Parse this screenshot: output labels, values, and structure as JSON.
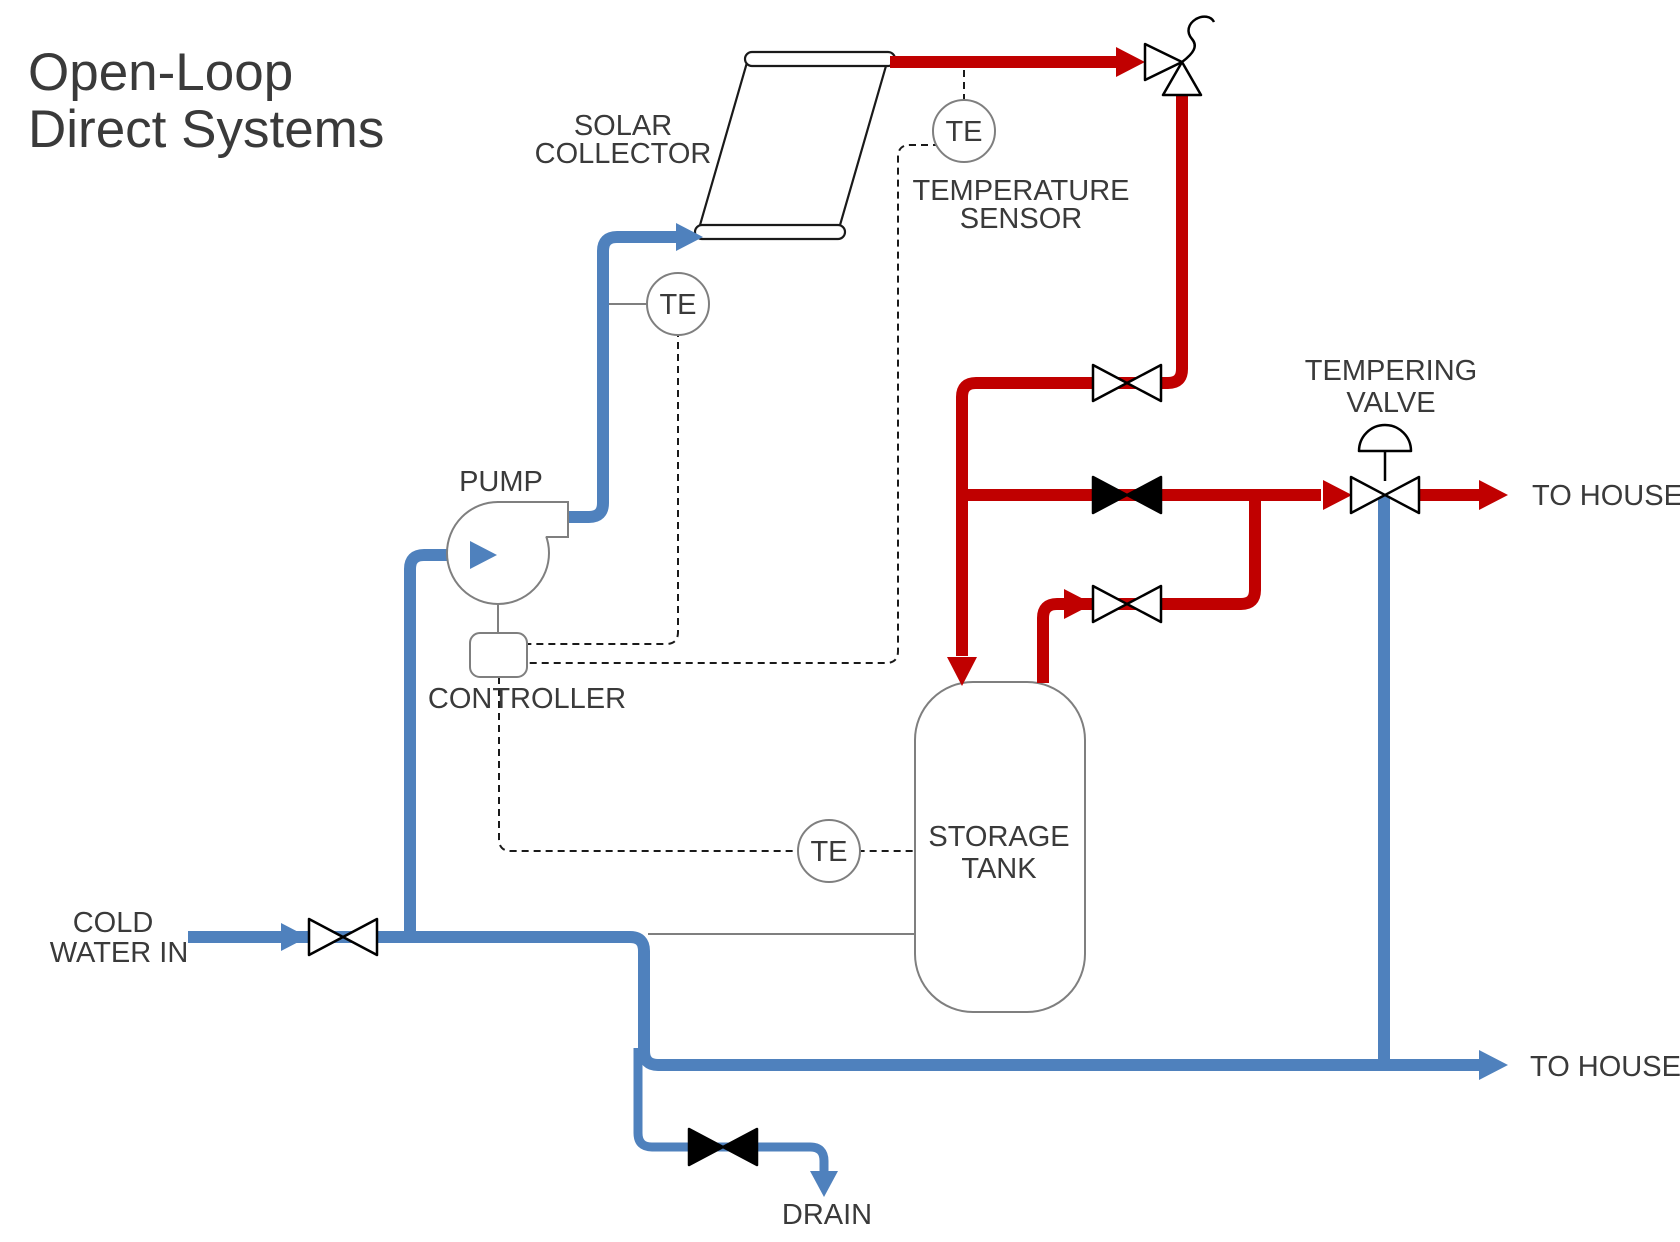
{
  "colors": {
    "hot_pipe": "#c00000",
    "cold_pipe": "#4f81bd",
    "text": "#3a3a3a",
    "equipment_outline": "#7f7f7f",
    "valve_outline": "#000000",
    "background": "#ffffff"
  },
  "title": {
    "line1": "Open-Loop",
    "line2": "Direct Systems"
  },
  "equipment": {
    "solar_collector": {
      "label_line1": "SOLAR",
      "label_line2": "COLLECTOR"
    },
    "temperature_sensor": {
      "label_line1": "TEMPERATURE",
      "label_line2": "SENSOR"
    },
    "pump": {
      "label": "PUMP"
    },
    "controller": {
      "label": "CONTROLLER"
    },
    "storage_tank": {
      "label_line1": "STORAGE",
      "label_line2": "TANK"
    },
    "tempering_valve": {
      "label_line1": "TEMPERING",
      "label_line2": "VALVE"
    }
  },
  "sensors": {
    "collector_outlet_tag": "TE",
    "collector_inlet_tag": "TE",
    "tank_tag": "TE"
  },
  "streams": {
    "cold_water_in_line1": "COLD",
    "cold_water_in_line2": "WATER IN",
    "hot_to_house": "TO HOUSE",
    "cold_to_house": "TO HOUSE",
    "drain": "DRAIN"
  }
}
